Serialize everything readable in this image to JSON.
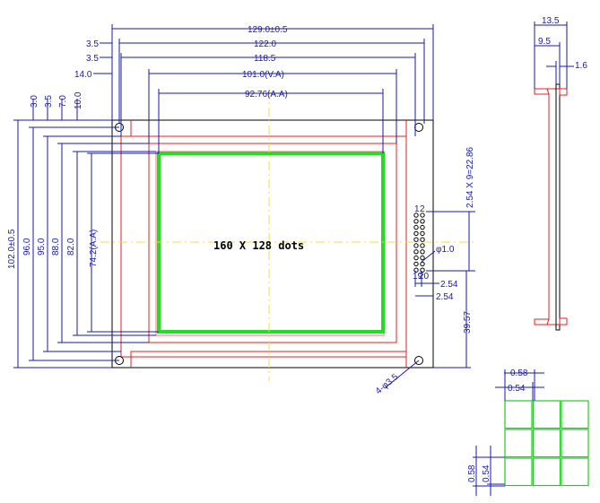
{
  "colors": {
    "dimension": "#1a1aa8",
    "pcb_outline": "#e02020",
    "active_area": "#22dd22",
    "centerline": "#f0e040",
    "outline": "#000000"
  },
  "front_view": {
    "dims_horizontal": {
      "overall_width": "129.0±0.5",
      "hole_pitch": "122.0",
      "bezel_width": "118.5",
      "view_area_width": "101.0(V.A)",
      "active_area_width": "92.76(A.A)",
      "offset_1": "3.5",
      "offset_2": "3.5",
      "offset_3": "14.0"
    },
    "dims_vertical": {
      "overall_height": "102.0±0.5",
      "hole_pitch": "96.0",
      "bezel_height": "95.0",
      "view_area_height": "88.0",
      "active_area_height_outer": "82.0",
      "active_area_height": "74.2(A.A)",
      "offset_1": "3.0",
      "offset_2": "3.5",
      "offset_3": "7.0",
      "offset_4": "10.0"
    },
    "resolution_label": "160 X 128 dots",
    "connector": {
      "pitch_label": "2.54 X 9=22.86",
      "pin_first": "1",
      "pin_second": "2",
      "pin_19": "19",
      "pin_20": "20",
      "hole_label": "φ1.0",
      "pitch_x": "2.54",
      "pitch_y": "2.54",
      "position": "39.57"
    },
    "mount_holes": "4-φ3.5"
  },
  "side_view": {
    "thickness": "13.5",
    "lcd_depth": "9.5",
    "pcb_thickness": "1.6"
  },
  "dot_detail": {
    "dot_pitch_h": "0.58",
    "dot_size_h": "0.54",
    "dot_pitch_v": "0.58",
    "dot_size_v": "0.54",
    "rows": 3,
    "cols": 3
  }
}
